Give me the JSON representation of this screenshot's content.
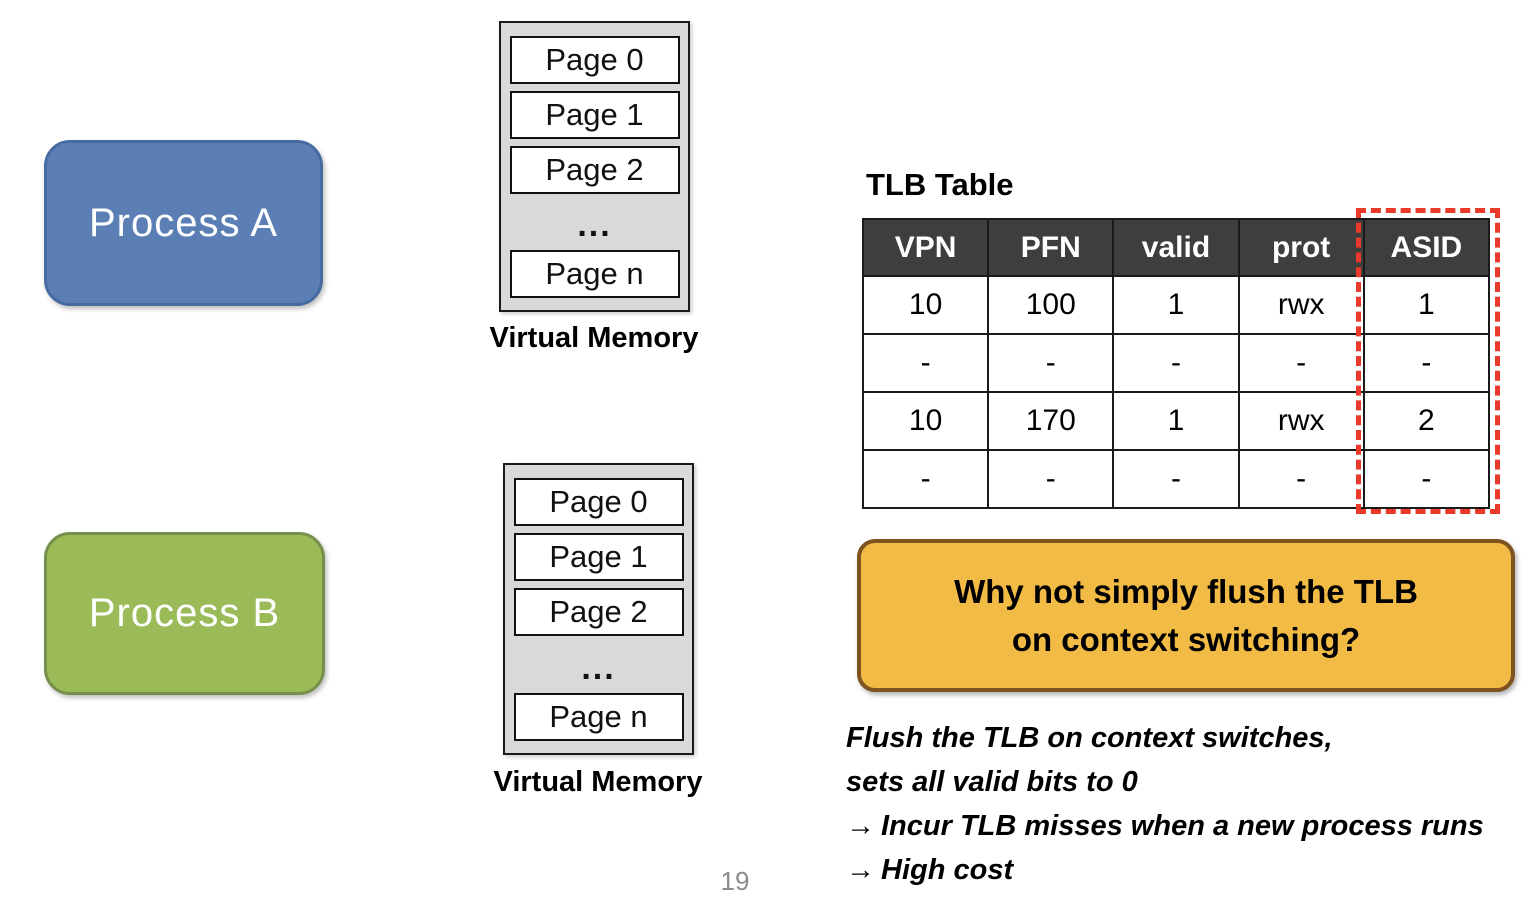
{
  "page": {
    "number": "19"
  },
  "processes": {
    "a": {
      "label": "Process A",
      "fill": "#5b7fb5",
      "border": "#466ba0"
    },
    "b": {
      "label": "Process B",
      "fill": "#9bbb59",
      "border": "#75904a"
    }
  },
  "virtual_memory": {
    "label": "Virtual Memory",
    "pages": [
      "Page 0",
      "Page 1",
      "Page 2",
      "Page n"
    ],
    "ellipsis": "..."
  },
  "tlb": {
    "title": "TLB Table",
    "header_bg": "#3e3e3e",
    "highlight_color": "#e8392b",
    "highlighted_column": "ASID",
    "columns": [
      "VPN",
      "PFN",
      "valid",
      "prot",
      "ASID"
    ],
    "rows": [
      [
        "10",
        "100",
        "1",
        "rwx",
        "1"
      ],
      [
        "-",
        "-",
        "-",
        "-",
        "-"
      ],
      [
        "10",
        "170",
        "1",
        "rwx",
        "2"
      ],
      [
        "-",
        "-",
        "-",
        "-",
        "-"
      ]
    ]
  },
  "callout": {
    "fill": "#f2bb45",
    "border": "#7e531f",
    "line1": "Why not simply flush the TLB",
    "line2": "on context switching?"
  },
  "notes": {
    "arrow_glyph": "→",
    "line1": "Flush the TLB on context switches,",
    "line2": "sets all valid bits to 0",
    "line3": "Incur TLB misses when a new process runs",
    "line4": "High cost"
  }
}
